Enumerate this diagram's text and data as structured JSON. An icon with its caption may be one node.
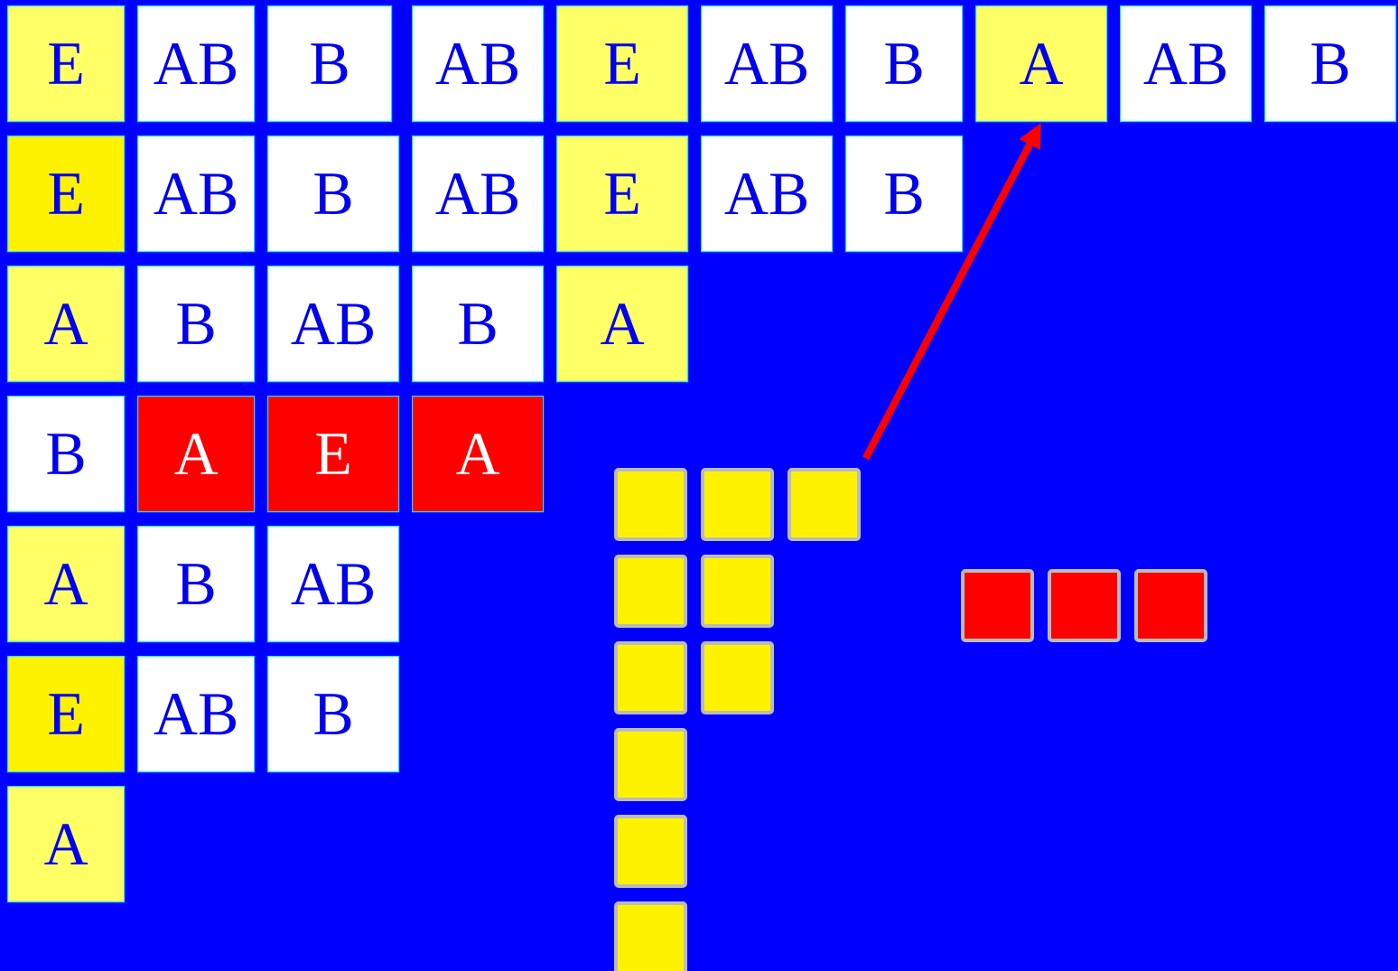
{
  "diagram": {
    "nodes": [
      {
        "text": [
          "E"
        ]
      },
      {
        "text": [
          "AB"
        ]
      },
      {
        "text": [
          "B"
        ]
      },
      {
        "text": [
          "AB"
        ]
      },
      {
        "text": [
          "E"
        ]
      },
      {
        "text": [
          "AB"
        ]
      },
      {
        "text": [
          "B"
        ]
      },
      {
        "text": [
          "A"
        ]
      },
      {
        "text": [
          "AB"
        ]
      },
      {
        "text": [
          "B"
        ]
      },
      {
        "text": [
          "E"
        ]
      },
      {
        "text": [
          "AB"
        ]
      },
      {
        "text": [
          "B"
        ]
      },
      {
        "text": [
          "AB"
        ]
      },
      {
        "text": [
          "E"
        ]
      },
      {
        "text": [
          "AB"
        ]
      },
      {
        "text": [
          "B"
        ]
      },
      {
        "text": [
          "A"
        ]
      },
      {
        "text": [
          "B"
        ]
      },
      {
        "text": [
          "AB"
        ]
      },
      {
        "text": [
          "B"
        ]
      },
      {
        "text": [
          "A"
        ]
      },
      {
        "text": [
          "B"
        ]
      },
      {
        "text": [
          "A"
        ]
      },
      {
        "text": [
          "E"
        ]
      },
      {
        "text": [
          "A"
        ]
      },
      {
        "text": [
          "A"
        ]
      },
      {
        "text": [
          "B"
        ]
      },
      {
        "text": [
          "AB"
        ]
      },
      {
        "text": [
          "E"
        ]
      },
      {
        "text": [
          "AB"
        ]
      },
      {
        "text": [
          "B"
        ]
      },
      {
        "text": [
          "A"
        ]
      },
      {
        "text": [],
        "shape": "box"
      },
      {
        "text": [],
        "shape": "box"
      },
      {
        "text": [],
        "shape": "box"
      },
      {
        "text": [],
        "shape": "box"
      },
      {
        "text": [],
        "shape": "box"
      },
      {
        "text": [],
        "shape": "box"
      },
      {
        "text": [],
        "shape": "box"
      },
      {
        "text": [],
        "shape": "box"
      },
      {
        "text": [],
        "shape": "box"
      },
      {
        "text": [],
        "shape": "box"
      },
      {
        "text": [],
        "shape": "box"
      },
      {
        "text": [],
        "shape": "box"
      },
      {
        "text": [],
        "shape": "box"
      }
    ],
    "edges": [
      {
        "from": 35,
        "to": 7,
        "arrow": "to",
        "color": "#ff0000"
      }
    ]
  }
}
